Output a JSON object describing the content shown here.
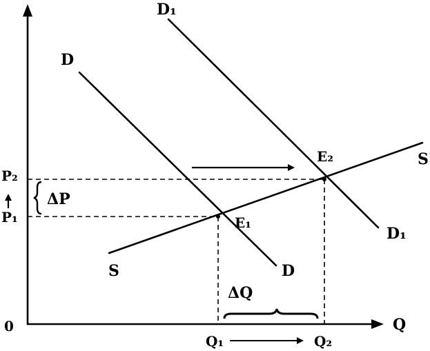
{
  "axes": {
    "x_label": "Q",
    "origin_label": "0"
  },
  "curves": {
    "demand_label": "D",
    "demand_shifted_label": "D₁",
    "supply_label": "S"
  },
  "equilibria": {
    "e1_label": "E₁",
    "e2_label": "E₂"
  },
  "prices": {
    "p1_label": "P₁",
    "p2_label": "P₂",
    "delta_p_label": "ΔP"
  },
  "quantities": {
    "q1_label": "Q₁",
    "q2_label": "Q₂",
    "delta_q_label": "ΔQ"
  }
}
